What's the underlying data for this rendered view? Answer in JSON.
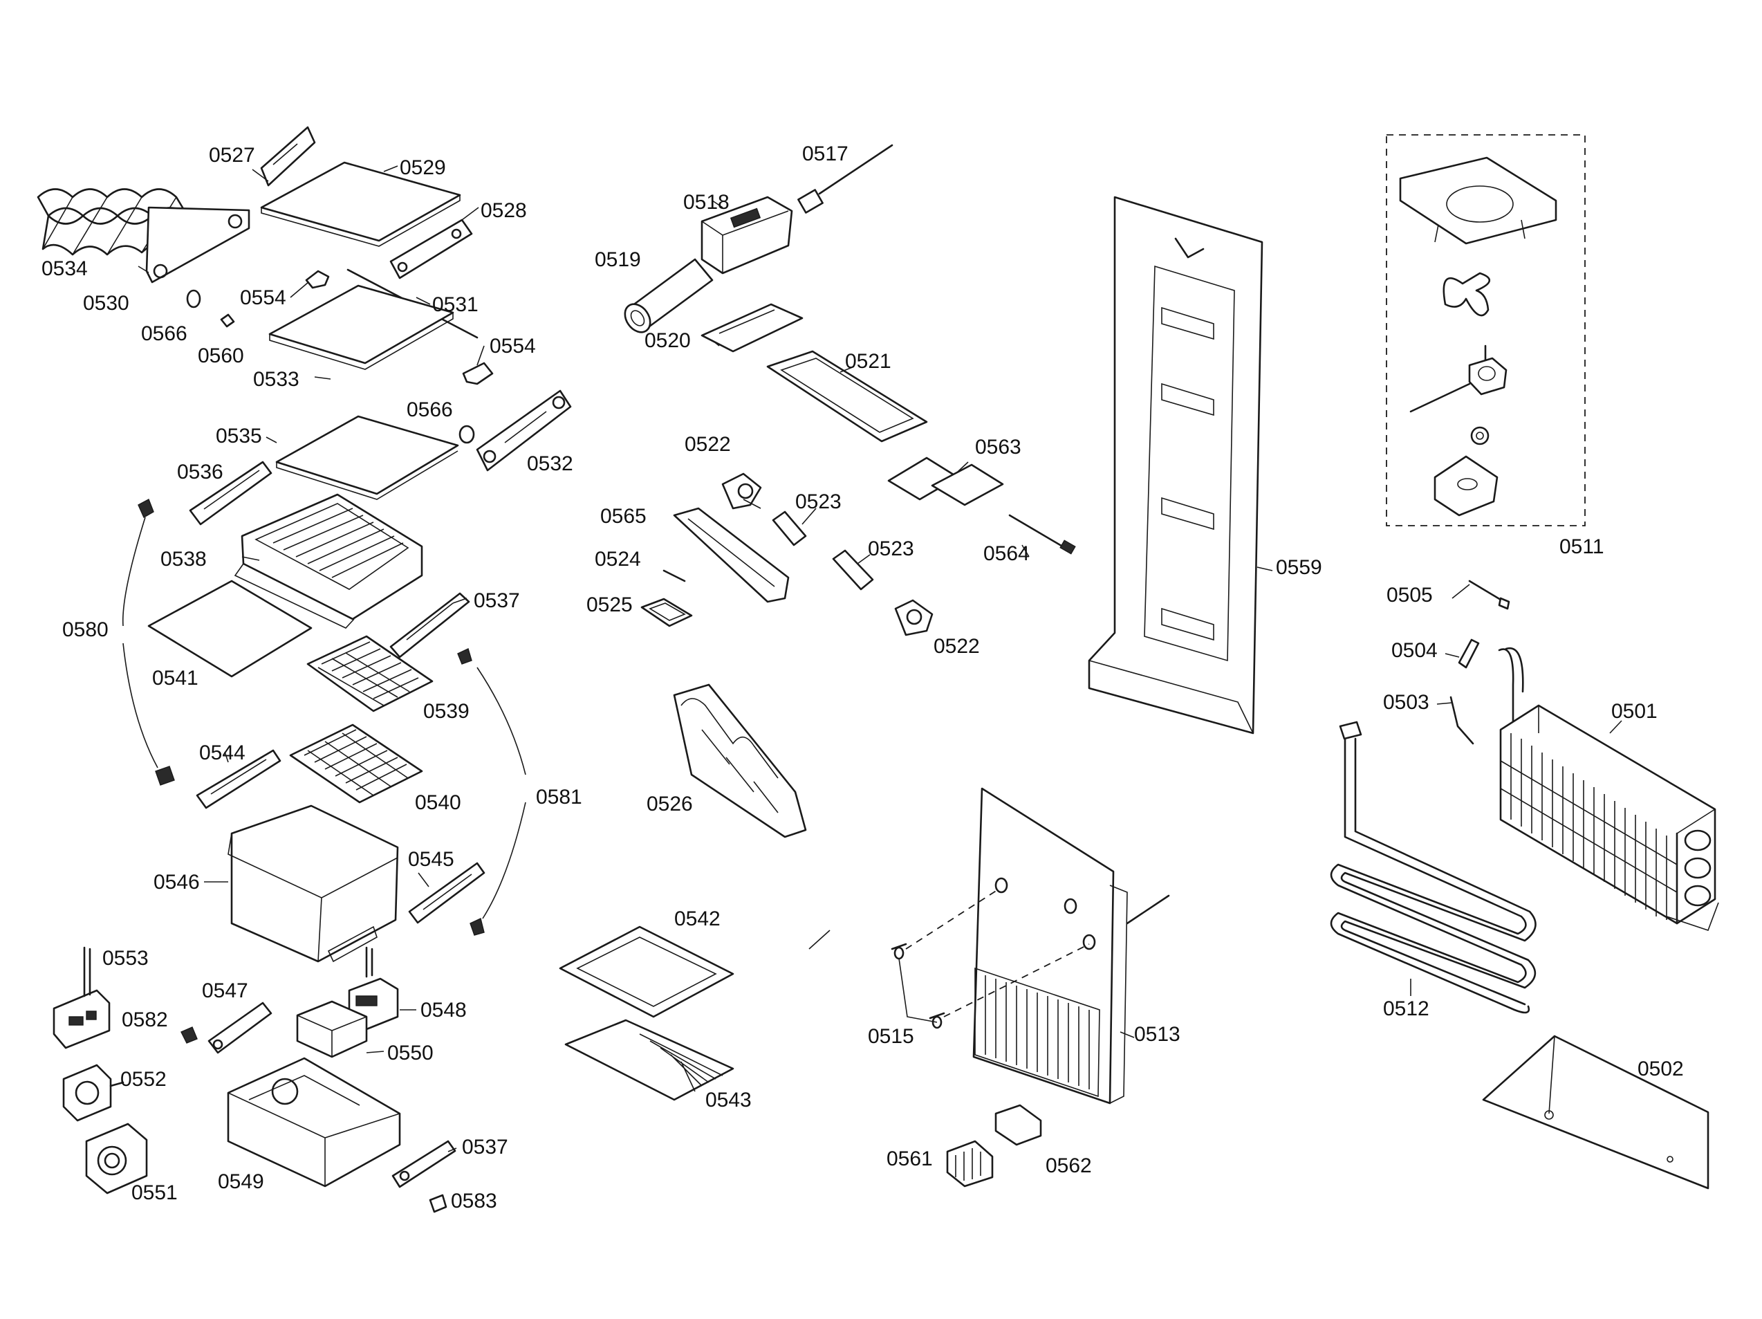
{
  "labels": {
    "p0527": "0527",
    "p0529": "0529",
    "p0528": "0528",
    "p0534": "0534",
    "p0530": "0530",
    "p0554a": "0554",
    "p0531": "0531",
    "p0566a": "0566",
    "p0560": "0560",
    "p0533": "0533",
    "p0554b": "0554",
    "p0566b": "0566",
    "p0532": "0532",
    "p0535": "0535",
    "p0536": "0536",
    "p0538": "0538",
    "p0537a": "0537",
    "p0580": "0580",
    "p0541": "0541",
    "p0539": "0539",
    "p0544": "0544",
    "p0540": "0540",
    "p0581": "0581",
    "p0546": "0546",
    "p0545": "0545",
    "p0553": "0553",
    "p0547": "0547",
    "p0548": "0548",
    "p0582": "0582",
    "p0550": "0550",
    "p0552": "0552",
    "p0537b": "0537",
    "p0549": "0549",
    "p0551": "0551",
    "p0583": "0583",
    "p0517": "0517",
    "p0518": "0518",
    "p0519": "0519",
    "p0520": "0520",
    "p0521": "0521",
    "p0522a": "0522",
    "p0563": "0563",
    "p0523a": "0523",
    "p0565": "0565",
    "p0523b": "0523",
    "p0564": "0564",
    "p0524": "0524",
    "p0525": "0525",
    "p0522b": "0522",
    "p0526": "0526",
    "p0542": "0542",
    "p0543": "0543",
    "p0559": "0559",
    "p0513": "0513",
    "p0515": "0515",
    "p0561": "0561",
    "p0562": "0562",
    "p0511": "0511",
    "p0505": "0505",
    "p0504": "0504",
    "p0503": "0503",
    "p0501": "0501",
    "p0512": "0512",
    "p0502": "0502"
  }
}
